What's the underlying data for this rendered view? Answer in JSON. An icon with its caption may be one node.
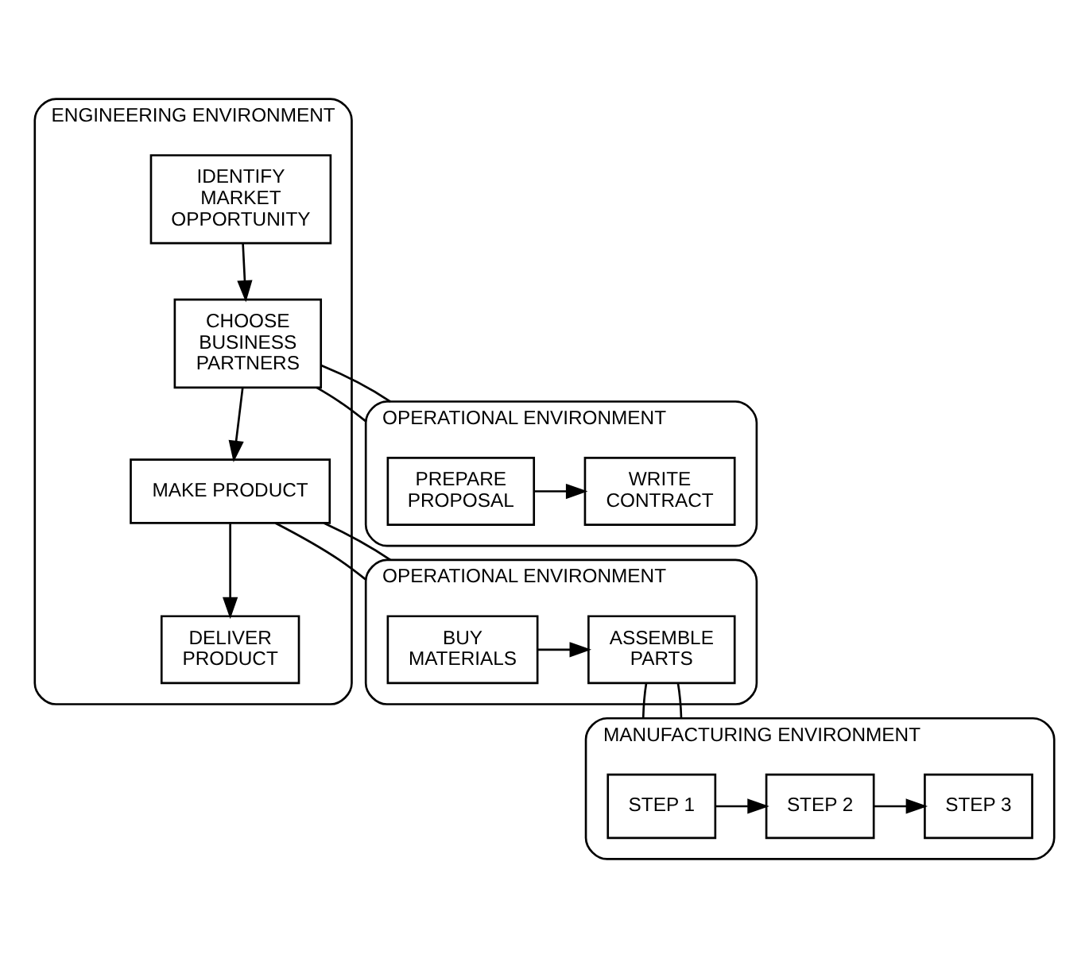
{
  "diagram": {
    "nodes": [
      {
        "text": [
          "ENGINEERING ENVIRONMENT"
        ]
      },
      {
        "text": [
          "IDENTIFY MARKET OPPORTUNITY"
        ],
        "in": 0
      },
      {
        "text": [
          "CHOOSE BUSINESS PARTNERS"
        ],
        "in": 0
      },
      {
        "text": [
          "MAKE PRODUCT"
        ],
        "in": 0
      },
      {
        "text": [
          "DELIVER PRODUCT"
        ],
        "in": 0
      },
      {
        "text": [
          "OPERATIONAL ENVIRONMENT"
        ]
      },
      {
        "text": [
          "PREPARE PROPOSAL"
        ],
        "in": 5
      },
      {
        "text": [
          "WRITE CONTRACT"
        ],
        "in": 5
      },
      {
        "text": [
          "OPERATIONAL ENVIRONMENT"
        ]
      },
      {
        "text": [
          "BUY MATERIALS"
        ],
        "in": 8
      },
      {
        "text": [
          "ASSEMBLE PARTS"
        ],
        "in": 8
      },
      {
        "text": [
          "MANUFACTURING ENVIRONMENT"
        ]
      },
      {
        "text": [
          "STEP 1"
        ],
        "in": 11
      },
      {
        "text": [
          "STEP 2"
        ],
        "in": 11
      },
      {
        "text": [
          "STEP 3"
        ],
        "in": 11
      }
    ],
    "edges": [
      {
        "from": 1,
        "to": 2,
        "arrow": "to"
      },
      {
        "from": 2,
        "to": 3,
        "arrow": "to"
      },
      {
        "from": 3,
        "to": 4,
        "arrow": "to"
      },
      {
        "from": 2,
        "to": 5,
        "arrow": "none"
      },
      {
        "from": 2,
        "to": 5,
        "arrow": "none"
      },
      {
        "from": 6,
        "to": 7,
        "arrow": "to"
      },
      {
        "from": 3,
        "to": 8,
        "arrow": "none"
      },
      {
        "from": 3,
        "to": 8,
        "arrow": "none"
      },
      {
        "from": 9,
        "to": 10,
        "arrow": "to"
      },
      {
        "from": 10,
        "to": 11,
        "arrow": "none"
      },
      {
        "from": 10,
        "to": 11,
        "arrow": "none"
      },
      {
        "from": 12,
        "to": 13,
        "arrow": "to"
      },
      {
        "from": 13,
        "to": 14,
        "arrow": "to"
      }
    ]
  }
}
